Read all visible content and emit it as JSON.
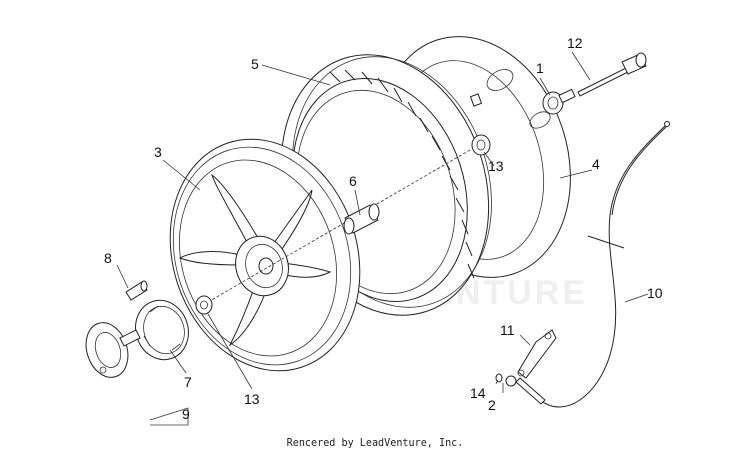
{
  "callouts": {
    "c1": "1",
    "c2": "2",
    "c3": "3",
    "c4": "4",
    "c5": "5",
    "c6": "6",
    "c7": "7",
    "c8": "8",
    "c9": "9",
    "c10": "10",
    "c11": "11",
    "c12": "12",
    "c13a": "13",
    "c13b": "13",
    "c14": "14"
  },
  "footer": "Rencered by LeadVenture, Inc.",
  "watermark": "LEADVENTURE"
}
